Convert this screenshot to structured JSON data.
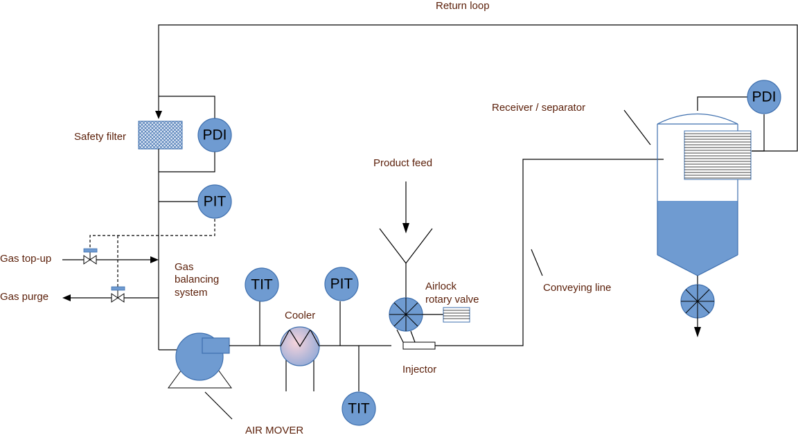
{
  "labels": {
    "return_loop": "Return loop",
    "safety_filter": "Safety filter",
    "receiver_separator": "Receiver / separator",
    "product_feed": "Product feed",
    "gas_top_up": "Gas top-up",
    "gas_purge": "Gas purge",
    "gas_balancing_line1": "Gas",
    "gas_balancing_line2": "balancing",
    "gas_balancing_line3": "system",
    "cooler": "Cooler",
    "airlock_line1": "Airlock",
    "airlock_line2": "rotary valve",
    "conveying_line": "Conveying line",
    "injector": "Injector",
    "air_mover": "AIR MOVER"
  },
  "instruments": {
    "pdi_filter": "PDI",
    "pit_upper": "PIT",
    "tit_left": "TIT",
    "pit_lower": "PIT",
    "tit_bottom": "TIT",
    "pdi_receiver": "PDI"
  },
  "colors": {
    "instrument_fill": "#6f9bd1",
    "instrument_stroke": "#3e6fae",
    "label_text": "#5a1e08",
    "line": "#000000"
  }
}
